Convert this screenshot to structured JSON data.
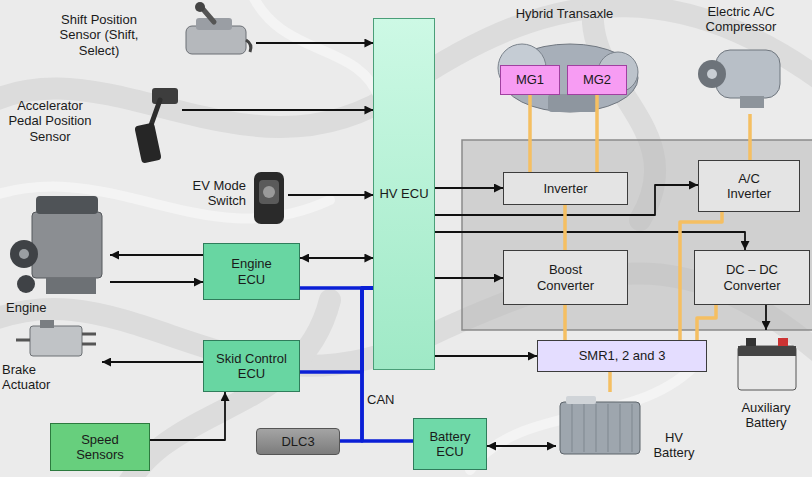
{
  "diagram": {
    "nodes": [
      {
        "text": [
          "Shift Position Sensor (Shift, Select)"
        ]
      },
      {
        "text": [
          "Hybrid Transaxle"
        ]
      },
      {
        "text": [
          "MG1"
        ],
        "in": 1
      },
      {
        "text": [
          "MG2"
        ],
        "in": 1
      },
      {
        "text": [
          "Electric A/C Compressor"
        ]
      },
      {
        "text": [
          "Accelerator Pedal Position Sensor"
        ]
      },
      {
        "text": [
          "HV ECU"
        ]
      },
      {
        "text": [
          "EV Mode Switch"
        ]
      },
      {
        "text": [
          "Engine"
        ]
      },
      {
        "text": [
          "Engine ECU"
        ]
      },
      {
        "text": [
          "Inverter"
        ]
      },
      {
        "text": [
          "A/C Inverter"
        ]
      },
      {
        "text": [
          "Boost Converter"
        ]
      },
      {
        "text": [
          "DC – DC Converter"
        ]
      },
      {
        "text": [
          "Brake Actuator"
        ]
      },
      {
        "text": [
          "Skid Control ECU"
        ]
      },
      {
        "text": [
          "SMR1, 2 and 3"
        ]
      },
      {
        "text": [
          "Auxiliary Battery"
        ]
      },
      {
        "text": [
          "Speed Sensors"
        ]
      },
      {
        "text": [
          "DLC3"
        ]
      },
      {
        "text": [
          "Battery ECU"
        ]
      },
      {
        "text": [
          "HV Battery"
        ]
      }
    ],
    "edges": [
      {
        "from": 0,
        "to": 6,
        "arrow": "to"
      },
      {
        "from": 5,
        "to": 6,
        "arrow": "to"
      },
      {
        "from": 7,
        "to": 6,
        "arrow": "to"
      },
      {
        "from": 9,
        "to": 8,
        "arrow": "to"
      },
      {
        "from": 8,
        "to": 9,
        "arrow": "to"
      },
      {
        "from": 9,
        "to": 6,
        "arrow": "both"
      },
      {
        "from": 6,
        "to": 10,
        "arrow": "to"
      },
      {
        "from": 6,
        "to": 11,
        "arrow": "to"
      },
      {
        "from": 6,
        "to": 12,
        "arrow": "to"
      },
      {
        "from": 6,
        "to": 13,
        "arrow": "to"
      },
      {
        "from": 6,
        "to": 16,
        "arrow": "to"
      },
      {
        "from": 15,
        "to": 14,
        "arrow": "to"
      },
      {
        "from": 18,
        "to": 15,
        "arrow": "to"
      },
      {
        "from": 9,
        "to": 6,
        "arrow": "none"
      },
      {
        "from": 15,
        "to": 6,
        "arrow": "none"
      },
      {
        "from": 19,
        "to": 6,
        "arrow": "none"
      },
      {
        "from": 20,
        "to": 6,
        "arrow": "none"
      },
      {
        "from": 20,
        "to": 21,
        "arrow": "both"
      },
      {
        "from": 13,
        "to": 17,
        "arrow": "to"
      },
      {
        "from": 2,
        "to": 10,
        "arrow": "none"
      },
      {
        "from": 3,
        "to": 10,
        "arrow": "none"
      },
      {
        "from": 10,
        "to": 12,
        "arrow": "none"
      },
      {
        "from": 12,
        "to": 16,
        "arrow": "none"
      },
      {
        "from": 16,
        "to": 21,
        "arrow": "none"
      },
      {
        "from": 4,
        "to": 11,
        "arrow": "none"
      },
      {
        "from": 16,
        "to": 11,
        "arrow": "none"
      },
      {
        "from": 16,
        "to": 13,
        "arrow": "none"
      }
    ],
    "labels": [
      "CAN"
    ]
  }
}
